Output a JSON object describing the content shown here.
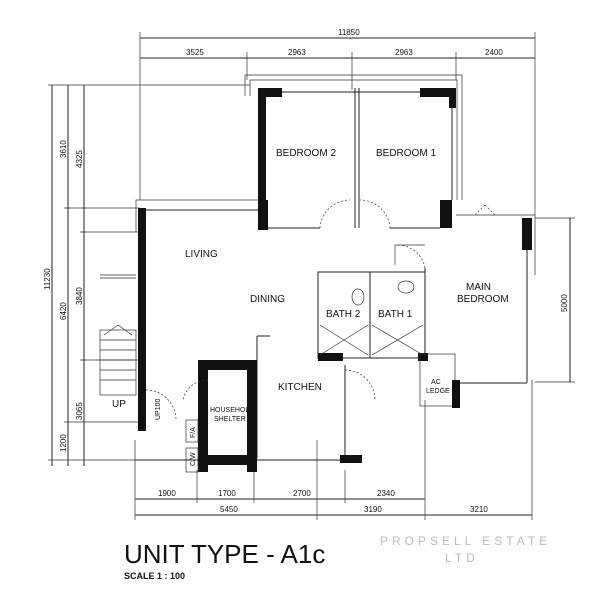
{
  "rooms": {
    "bedroom2": "BEDROOM 2",
    "bedroom1": "BEDROOM 1",
    "living": "LIVING",
    "dining": "DINING",
    "main_bedroom_1": "MAIN",
    "main_bedroom_2": "BEDROOM",
    "bath2": "BATH 2",
    "bath1": "BATH 1",
    "kitchen": "KITCHEN",
    "shelter_1": "HOUSEHOLD",
    "shelter_2": "SHELTER",
    "ac_ledge_1": "AC",
    "ac_ledge_2": "LEDGE",
    "stair_up": "UP",
    "up100": "UP100",
    "fa": "F/A",
    "cw": "C/W"
  },
  "dimensions": {
    "top_total": "11850",
    "top": [
      "3525",
      "2963",
      "2963",
      "2400"
    ],
    "left_total": "11230",
    "left_outer": [
      "3610",
      "6420",
      "1200"
    ],
    "left_inner": [
      "4325",
      "3840",
      "3065"
    ],
    "bottom_inner": [
      "1900",
      "1700",
      "2700",
      "2340"
    ],
    "bottom_outer": [
      "5450",
      "3190",
      "3210"
    ],
    "right": "5000"
  },
  "watermark": [
    "PROPSELL ESTATE",
    "LTD"
  ],
  "title": "UNIT TYPE - A1c",
  "scale": "SCALE  1 : 100"
}
